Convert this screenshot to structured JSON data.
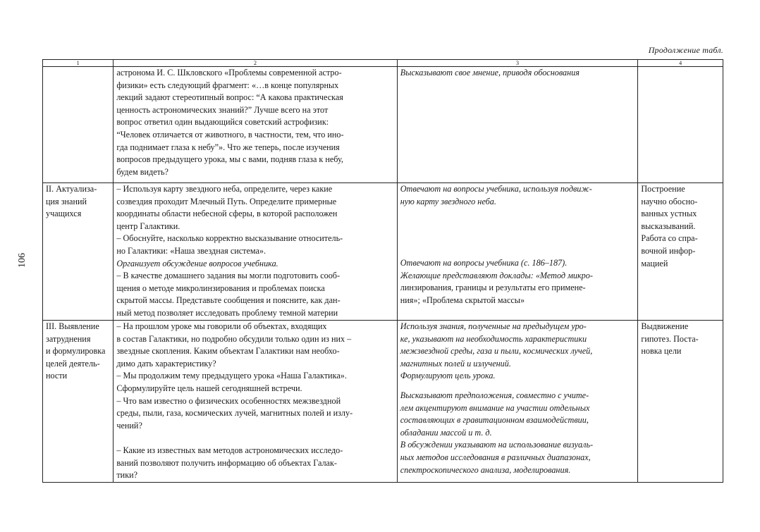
{
  "header": {
    "continuation": "Продолжение табл.",
    "page_number": "106"
  },
  "table": {
    "column_numbers": [
      "1",
      "2",
      "3",
      "4"
    ],
    "rows": [
      {
        "stage": [],
        "teacher": [
          "астронома И. С. Шкловского «Проблемы современной астро-",
          "физики» есть следующий фрагмент: «…в конце популярных",
          "лекций задают стереотипный вопрос: “А какова практическая",
          "ценность астрономических знаний?” Лучше всего на этот",
          "вопрос ответил один выдающийся советский астрофизик:",
          "“Человек отличается от животного, в частности, тем, что ино-",
          "гда поднимает глаза к небу”». Что же теперь, после изучения",
          "вопросов предыдущего урока, мы с вами, подняв глаза к небу,",
          "будем видеть?"
        ],
        "students": [
          "Высказывают свое мнение, приводя обоснования"
        ],
        "result": []
      },
      {
        "stage": [
          "II. Актуализа-",
          "ция знаний",
          "учащихся"
        ],
        "teacher_part1": [
          "– Используя карту звездного неба, определите, через какие",
          "созвездия проходит Млечный Путь. Определите примерные",
          "координаты области небесной сферы, в которой расположен",
          "центр Галактики.",
          "– Обоснуйте, насколько корректно высказывание относитель-",
          "но Галактики: «Наша звездная система»."
        ],
        "teacher_italic": "Организует обсуждение вопросов учебника.",
        "teacher_part2": [
          "– В качестве домашнего задания вы могли подготовить сооб-",
          "щения о методе микролинзирования и проблемах поиска",
          "скрытой массы. Представьте сообщения и поясните, как дан-",
          "ный метод позволяет исследовать проблему темной материи"
        ],
        "students_italic1": [
          "Отвечают на вопросы учебника, используя подвиж-",
          "ную карту звездного неба."
        ],
        "students_italic2": [
          "Отвечают на вопросы учебника (с. 186–187).",
          "Желающие представляют доклады: «Метод микро-"
        ],
        "students_plain": [
          "линзирования, границы и результаты его примене-",
          "ния»; «Проблема скрытой массы»"
        ],
        "result": [
          "Построение",
          "научно обосно-",
          "ванных устных",
          "высказываний.",
          "Работа со спра-",
          "вочной инфор-",
          "мацией"
        ]
      },
      {
        "stage": [
          "III. Выявление",
          "затруднения",
          "и формулировка",
          "целей деятель-",
          "ности"
        ],
        "teacher_a": [
          "– На прошлом уроке мы говорили об объектах, входящих",
          "в состав Галактики, но подробно обсудили только один из них –",
          "звездные скопления. Каким объектам Галактики нам необхо-",
          "димо дать характеристику?",
          "– Мы продолжим тему предыдущего урока «Наша Галактика».",
          "Сформулируйте цель нашей сегодняшней встречи.",
          "– Что вам известно о физических особенностях межзвездной",
          "среды, пыли, газа, космических лучей, магнитных полей и излу-",
          "чений?"
        ],
        "teacher_b": [
          "– Какие из известных вам методов астрономических исследо-",
          "ваний позволяют получить информацию об объектах Галак-",
          "тики?"
        ],
        "students_a": [
          "Используя знания, полученные на предыдущем уро-",
          "ке, указывают на необходимость характеристики",
          "межзвездной среды, газа и пыли, космических лучей,",
          "магнитных полей и излучений.",
          "Формулируют цель урока."
        ],
        "students_b": [
          "Высказывают предположения, совместно с учите-",
          "лем акцентируют внимание на участии отдельных",
          "составляющих в гравитационном взаимодействии,",
          "обладании массой и т. д.",
          "В обсуждении указывают на использование визуаль-",
          "ных методов исследования в различных диапазонах,",
          "спектроскопического анализа, моделирования."
        ],
        "result": [
          "Выдвижение",
          "гипотез. Поста-",
          "новка цели"
        ]
      }
    ]
  }
}
